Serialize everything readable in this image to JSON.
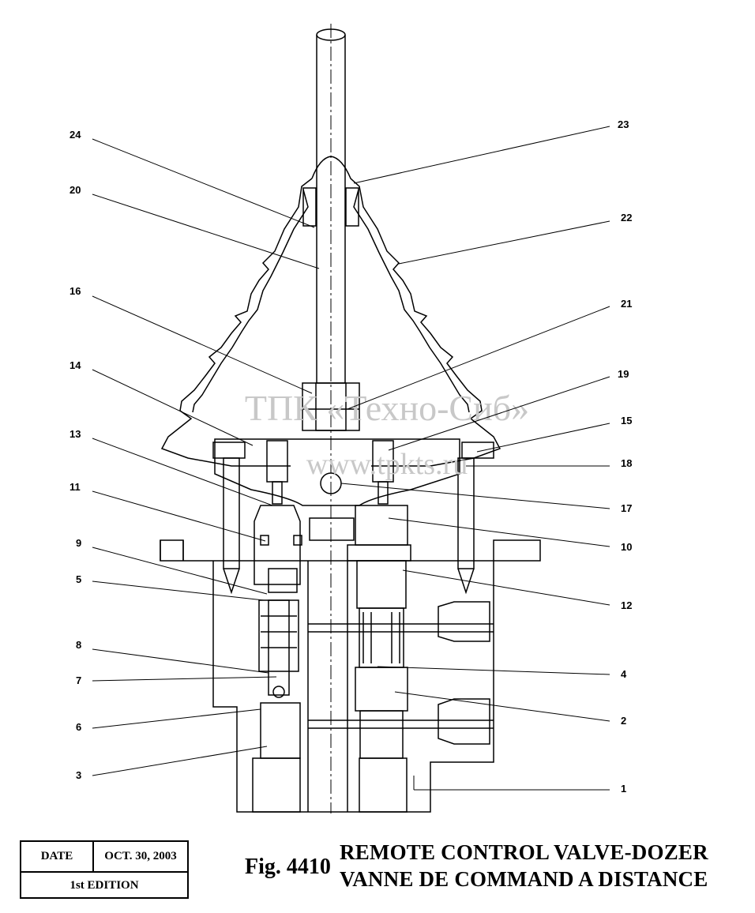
{
  "figure": {
    "number": "Fig. 4410",
    "title_en": "REMOTE CONTROL VALVE-DOZER",
    "title_fr": "VANNE DE COMMAND A DISTANCE"
  },
  "date_box": {
    "date_label": "DATE",
    "date_value": "OCT. 30, 2003",
    "edition": "1st EDITION"
  },
  "watermark": {
    "line1": "ТПК «Техно-Сиб»",
    "line2": "www.tpkts.ru"
  },
  "callouts": {
    "left": [
      "24",
      "20",
      "16",
      "14",
      "13",
      "11",
      "9",
      "5",
      "8",
      "7",
      "6",
      "3"
    ],
    "right": [
      "23",
      "22",
      "21",
      "19",
      "15",
      "18",
      "17",
      "10",
      "12",
      "4",
      "2",
      "1"
    ]
  }
}
